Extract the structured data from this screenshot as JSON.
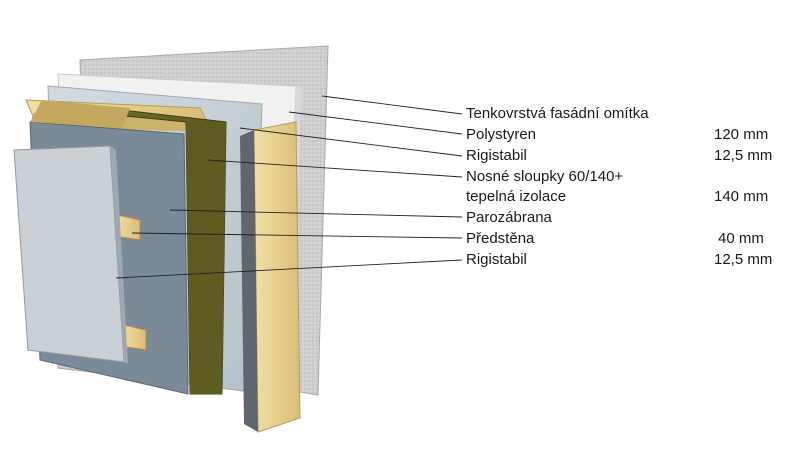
{
  "layers": [
    {
      "id": "facade-render",
      "label": "Tenkovrstvá fasádní omítka",
      "value": ""
    },
    {
      "id": "polystyrene",
      "label": "Polystyren",
      "value": "120 mm"
    },
    {
      "id": "rigistabil-outer",
      "label": "Rigistabil",
      "value": "12,5 mm"
    },
    {
      "id": "studs-line1",
      "label": "Nosné sloupky 60/140+",
      "value": ""
    },
    {
      "id": "studs-line2",
      "label": "tepelná izolace",
      "value": "140 mm"
    },
    {
      "id": "vapour-barrier",
      "label": "Parozábrana",
      "value": ""
    },
    {
      "id": "pre-wall",
      "label": "Předstěna",
      "value": "40 mm"
    },
    {
      "id": "rigistabil-inner",
      "label": "Rigistabil",
      "value": "12,5 mm"
    }
  ],
  "colors": {
    "render": "#c9c9c9",
    "polystyrene": "#f2f2f2",
    "board": "#c3cdd3",
    "insulation": "#5c5a21",
    "wood": "#e6d29a",
    "membrane": "#7d8c99",
    "leader": "#222222"
  }
}
